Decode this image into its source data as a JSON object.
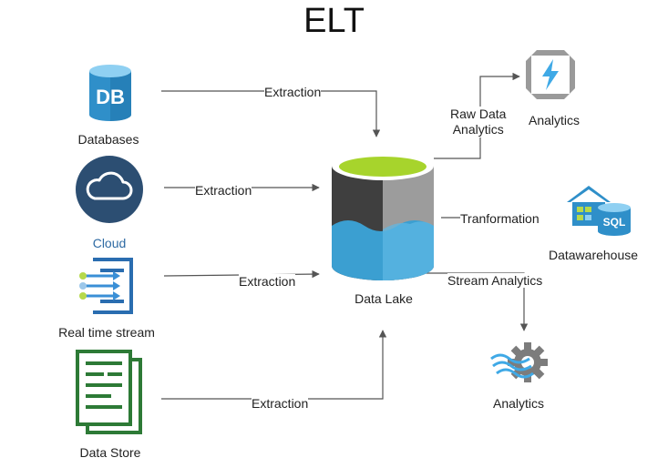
{
  "title": "ELT",
  "sources": {
    "databases": {
      "label": "Databases",
      "icon_text": "DB",
      "edge_label": "Extraction"
    },
    "cloud": {
      "label": "Cloud",
      "edge_label": "Extraction"
    },
    "stream": {
      "label": "Real time stream",
      "edge_label": "Extraction"
    },
    "datastore": {
      "label": "Data Store",
      "edge_label": "Extraction"
    }
  },
  "hub": {
    "label": "Data Lake"
  },
  "targets": {
    "analytics_top": {
      "label": "Analytics",
      "edge_label_line1": "Raw Data",
      "edge_label_line2": "Analytics"
    },
    "datawarehouse": {
      "label": "Datawarehouse",
      "icon_text": "SQL",
      "edge_label": "Tranformation"
    },
    "analytics_bottom": {
      "label": "Analytics",
      "edge_label": "Stream Analytics"
    }
  },
  "colors": {
    "db_blue": "#2f8fc9",
    "cloud_navy": "#2c4e72",
    "cloud_label": "#2e6aa3",
    "stream_blue": "#2a6db0",
    "stream_green": "#b6d94b",
    "store_green": "#2d7a36",
    "lake_top": "#a7d42c",
    "lake_dark": "#3f3f3f",
    "lake_grey": "#9c9c9c",
    "lake_water": "#3b9fd1",
    "arrow": "#555555",
    "bolt": "#3fa9e6",
    "gear": "#7c7c7c"
  }
}
